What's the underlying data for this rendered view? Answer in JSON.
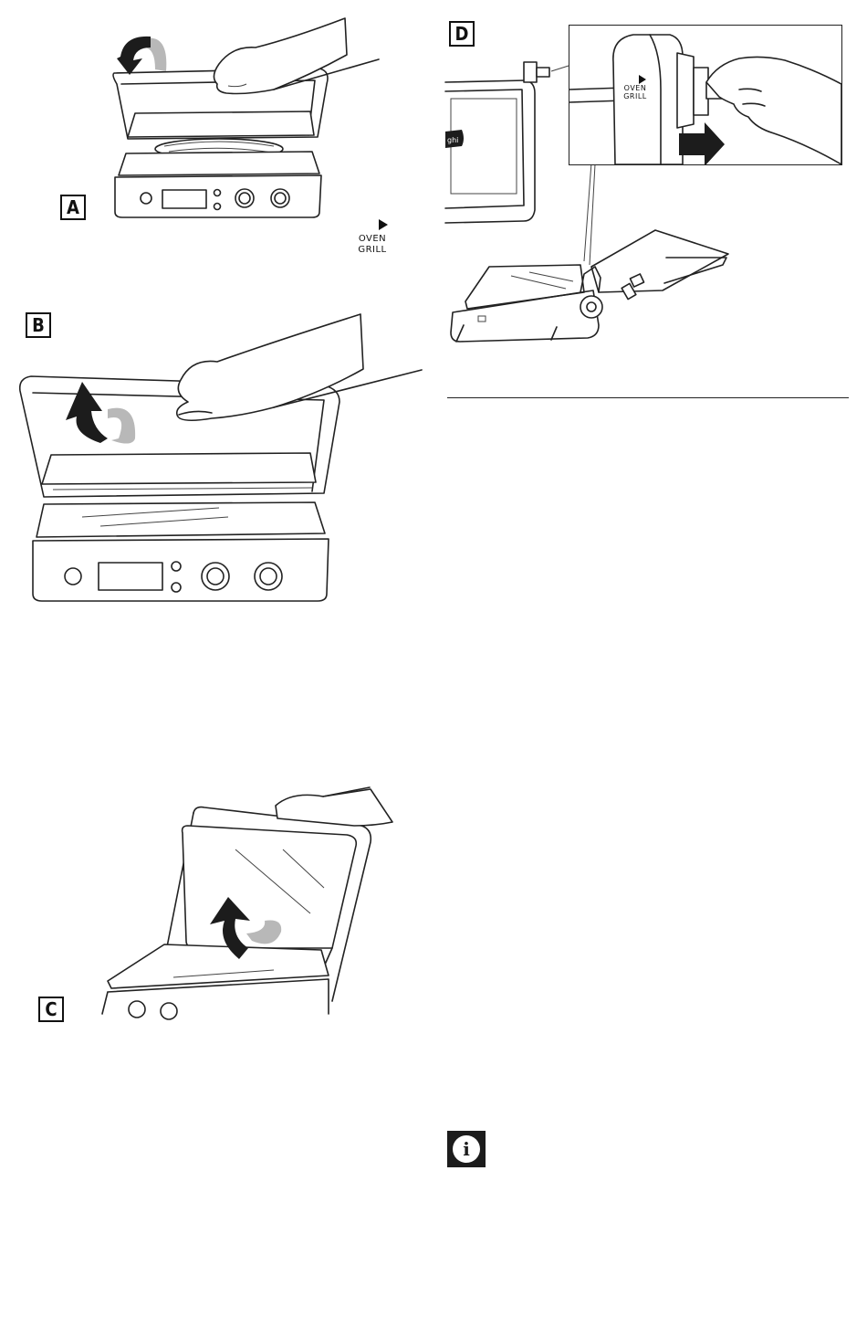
{
  "figures": {
    "a": {
      "label": "A"
    },
    "b": {
      "label": "B"
    },
    "c": {
      "label": "C"
    },
    "d": {
      "label": "D"
    }
  },
  "setting_indicator": {
    "line1": "OVEN",
    "line2": "GRILL"
  },
  "detail_indicator": {
    "line1": "OVEN",
    "line2": "GRILL"
  },
  "colors": {
    "ink": "#222222",
    "arrow_dark": "#1c1c1c",
    "arrow_light": "#b8b8b8"
  },
  "icons": {
    "info": "info-icon"
  }
}
